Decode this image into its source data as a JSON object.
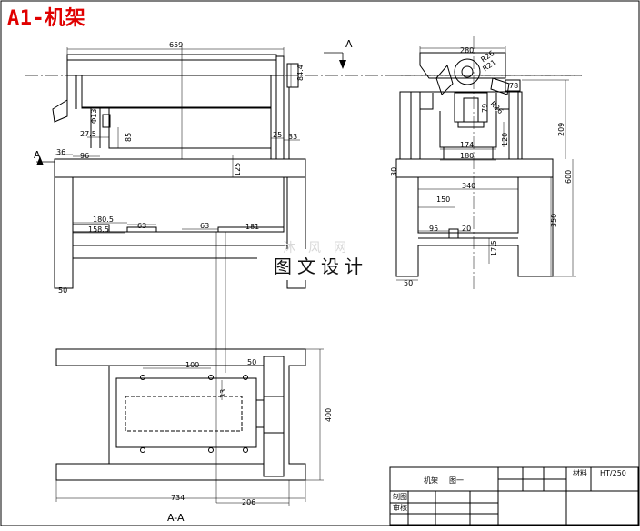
{
  "title": "A1-机架",
  "watermark": {
    "text": "图文设计",
    "ghost": "沐风网"
  },
  "section_marks": {
    "a_top": "A",
    "a_left": "A",
    "section_label": "A-A"
  },
  "front_view_dims": {
    "overall_width": "659",
    "d1": "84.4",
    "d2": "Φ13",
    "d3": "27.5",
    "d4": "85",
    "d5": "36",
    "d6": "96",
    "d7": "125",
    "d8": "25",
    "d9": "33",
    "d10": "180.5",
    "d11": "158.5",
    "d12": "63",
    "d13": "63",
    "d14": "181",
    "d15": "50"
  },
  "side_view_dims": {
    "d1": "280",
    "d2": "R26",
    "d3": "R21",
    "d4": "78",
    "d5": "79",
    "d6": "R26",
    "d7": "209",
    "d8": "174",
    "d9": "180",
    "d10": "120",
    "d11": "30",
    "d12": "340",
    "d13": "600",
    "d14": "150",
    "d15": "95",
    "d16": "20",
    "d17": "350",
    "d18": "17.5",
    "d19": "50"
  },
  "plan_view_dims": {
    "d1": "100",
    "d2": "50",
    "d3": "33",
    "d4": "400",
    "d5": "734",
    "d6": "206"
  },
  "title_block": {
    "part_name": "机架",
    "drawing_no": "图一",
    "material_label": "材料",
    "material": "HT/250",
    "row_label_1": "制图",
    "row_label_2": "审核"
  }
}
